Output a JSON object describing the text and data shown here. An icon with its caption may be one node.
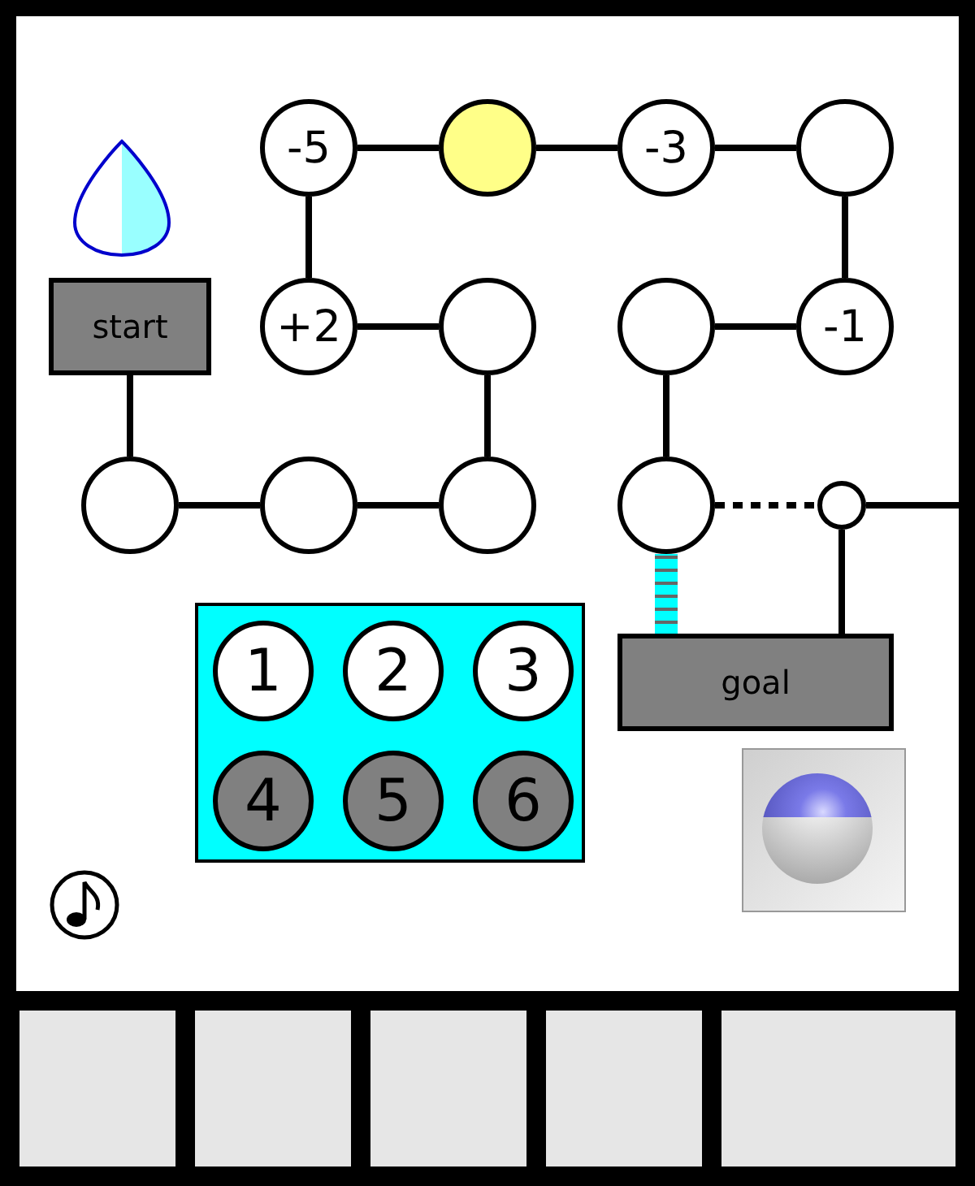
{
  "diagram": {
    "nodes": [
      {
        "text": [
          "start"
        ]
      },
      {
        "text": [
          "-5"
        ]
      },
      {
        "text": [],
        "shape": "circle"
      },
      {
        "text": [
          "-3"
        ]
      },
      {
        "text": [],
        "shape": "circle"
      },
      {
        "text": [
          "+2"
        ]
      },
      {
        "text": [],
        "shape": "circle"
      },
      {
        "text": [],
        "shape": "circle"
      },
      {
        "text": [
          "-1"
        ]
      },
      {
        "text": [],
        "shape": "circle"
      },
      {
        "text": [],
        "shape": "circle"
      },
      {
        "text": [],
        "shape": "circle"
      },
      {
        "text": [],
        "shape": "circle"
      },
      {
        "text": [],
        "shape": "circle"
      },
      {
        "text": [
          "goal"
        ]
      },
      {
        "text": [],
        "shape": "box"
      },
      {
        "text": [
          "1"
        ],
        "in": 15
      },
      {
        "text": [
          "2"
        ],
        "in": 15
      },
      {
        "text": [
          "3"
        ],
        "in": 15
      },
      {
        "text": [
          "4"
        ],
        "in": 15
      },
      {
        "text": [
          "5"
        ],
        "in": 15
      },
      {
        "text": [
          "6"
        ],
        "in": 15
      },
      {
        "text": [],
        "shape": "box"
      },
      {
        "text": [],
        "shape": "box"
      },
      {
        "text": [],
        "shape": "box"
      },
      {
        "text": [],
        "shape": "box"
      },
      {
        "text": [],
        "shape": "box"
      }
    ],
    "edges": [
      {
        "from": 0,
        "to": 9,
        "arrow": "none"
      },
      {
        "from": 9,
        "to": 10,
        "arrow": "none"
      },
      {
        "from": 10,
        "to": 11,
        "arrow": "none"
      },
      {
        "from": 11,
        "to": 6,
        "arrow": "none"
      },
      {
        "from": 6,
        "to": 5,
        "arrow": "none"
      },
      {
        "from": 5,
        "to": 1,
        "arrow": "none"
      },
      {
        "from": 1,
        "to": 2,
        "arrow": "none"
      },
      {
        "from": 2,
        "to": 3,
        "arrow": "none"
      },
      {
        "from": 3,
        "to": 4,
        "arrow": "none"
      },
      {
        "from": 4,
        "to": 8,
        "arrow": "none"
      },
      {
        "from": 8,
        "to": 7,
        "arrow": "none"
      },
      {
        "from": 7,
        "to": 12,
        "arrow": "none"
      },
      {
        "from": 12,
        "to": 13,
        "arrow": "none",
        "style": "dashed"
      },
      {
        "from": 13,
        "to": 14,
        "arrow": "none"
      },
      {
        "from": 13,
        "to": null,
        "arrow": "none"
      },
      {
        "from": 12,
        "to": 14,
        "arrow": "none",
        "style": "thick"
      }
    ]
  }
}
